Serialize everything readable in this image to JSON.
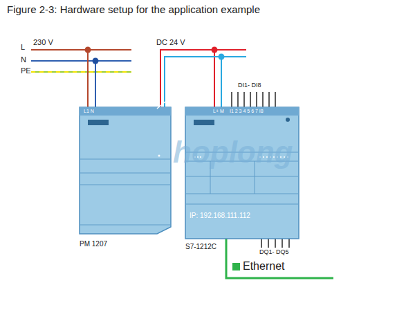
{
  "diagram": {
    "title": "Figure 2-3: Hardware setup for the application example",
    "nodes": [
      {
        "text": [
          "L1 N",
          "PM 1207"
        ]
      },
      {
        "text": [
          "L+ M",
          "I1 2 3 4 5 6 7 I8",
          "IP: 192.168.111.112",
          "S7-1212C"
        ]
      }
    ],
    "edges": [
      {
        "from": 0,
        "to": 1,
        "arrow": "none"
      },
      {
        "from": 0,
        "to": 1,
        "arrow": "none"
      }
    ],
    "labels": [
      "L",
      "N",
      "PE",
      "230 V",
      "DC 24 V",
      "DI1- DI8",
      "DQ1- DQ5",
      "hoplong"
    ],
    "legend": [
      {
        "text": "Ethernet",
        "color": "#2fb34a"
      }
    ]
  }
}
